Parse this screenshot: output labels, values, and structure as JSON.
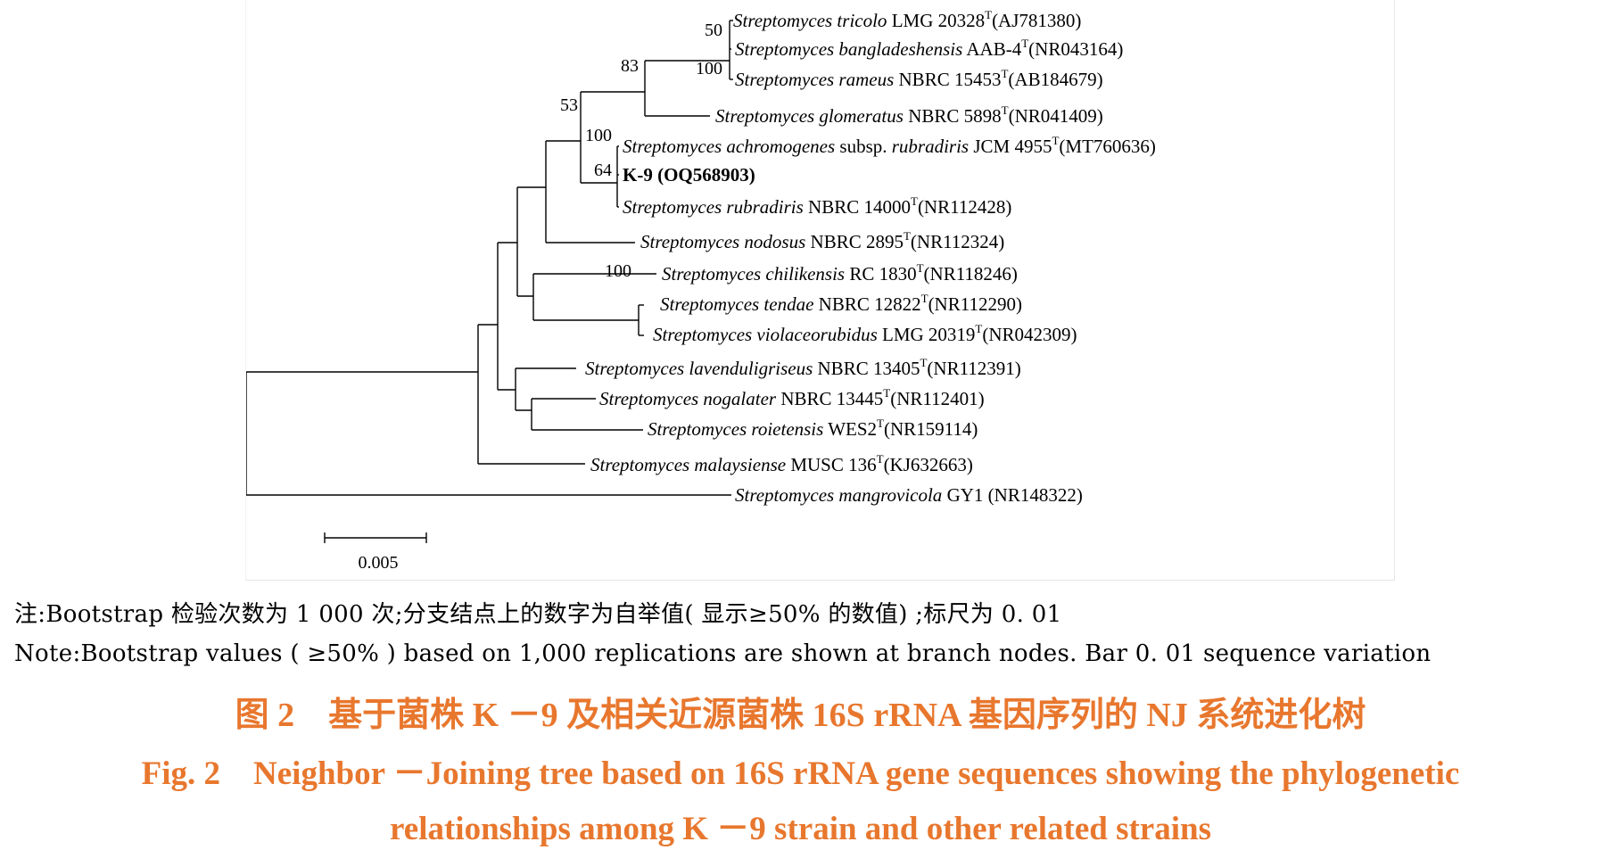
{
  "tree": {
    "taxa": [
      {
        "genus": "Streptomyces",
        "species": "tricolo",
        "strain": "LMG 20328",
        "type_mark": "T",
        "accession": "(AJ781380)"
      },
      {
        "genus": "Streptomyces",
        "species": "bangladeshensis",
        "strain": "AAB-4",
        "type_mark": "T",
        "accession": "(NR043164)"
      },
      {
        "genus": "Streptomyces",
        "species": "rameus",
        "strain": "NBRC 15453",
        "type_mark": "T",
        "accession": "(AB184679)"
      },
      {
        "genus": "Streptomyces",
        "species": "glomeratus",
        "strain": "NBRC 5898",
        "type_mark": "T",
        "accession": "(NR041409)"
      },
      {
        "genus": "Streptomyces",
        "species": "achromogenes",
        "subsp": "subsp.",
        "subsp_name": "rubradiris",
        "strain": "JCM 4955",
        "type_mark": "T",
        "accession": "(MT760636)"
      },
      {
        "label": "K-9 (OQ568903)",
        "bold": true
      },
      {
        "genus": "Streptomyces",
        "species": "rubradiris",
        "strain": "NBRC 14000",
        "type_mark": "T",
        "accession": "(NR112428)"
      },
      {
        "genus": "Streptomyces",
        "species": "nodosus",
        "strain": "NBRC 2895",
        "type_mark": "T",
        "accession": "(NR112324)"
      },
      {
        "genus": "Streptomyces",
        "species": "chilikensis",
        "strain": "RC 1830",
        "type_mark": "T",
        "accession": "(NR118246)"
      },
      {
        "genus": "Streptomyces",
        "species": "tendae",
        "strain": "NBRC 12822",
        "type_mark": "T",
        "accession": "(NR112290)"
      },
      {
        "genus": "Streptomyces",
        "species": "violaceorubidus",
        "strain": "LMG 20319",
        "type_mark": "T",
        "accession": "(NR042309)"
      },
      {
        "genus": "Streptomyces",
        "species": "lavenduligriseus",
        "strain": "NBRC 13405",
        "type_mark": "T",
        "accession": "(NR112391)"
      },
      {
        "genus": "Streptomyces",
        "species": "nogalater",
        "strain": "NBRC 13445",
        "type_mark": "T",
        "accession": "(NR112401)"
      },
      {
        "genus": "Streptomyces",
        "species": "roietensis",
        "strain": "WES2",
        "type_mark": "T",
        "accession": "(NR159114)"
      },
      {
        "genus": "Streptomyces",
        "species": "malaysiense",
        "strain": "MUSC 136",
        "type_mark": "T",
        "accession": "(KJ632663)"
      },
      {
        "genus": "Streptomyces",
        "species": "mangrovicola",
        "strain": "GY1",
        "type_mark": "",
        "accession": " (NR148322)"
      }
    ],
    "bootstrap": [
      "50",
      "100",
      "83",
      "53",
      "100",
      "64",
      "100"
    ],
    "scale_bar_label": "0.005"
  },
  "notes": {
    "zh": "注:Bootstrap 检验次数为 1 000 次;分支结点上的数字为自举值( 显示≥50% 的数值) ;标尺为 0. 01",
    "en": "Note:Bootstrap values ( ≥50% ) based on 1,000 replications are shown at branch nodes.  Bar 0. 01 sequence variation"
  },
  "caption": {
    "zh": "图 2　基于菌株 K －9 及相关近源菌株 16S rRNA 基因序列的 NJ 系统进化树",
    "en_line1": "Fig. 2　Neighbor －Joining tree based on 16S rRNA gene sequences showing the phylogenetic",
    "en_line2": "relationships among K －9 strain and other related strains"
  },
  "colors": {
    "caption": "#e8772e",
    "tree_lines": "#000000",
    "panel_border": "#e6e6e6"
  }
}
